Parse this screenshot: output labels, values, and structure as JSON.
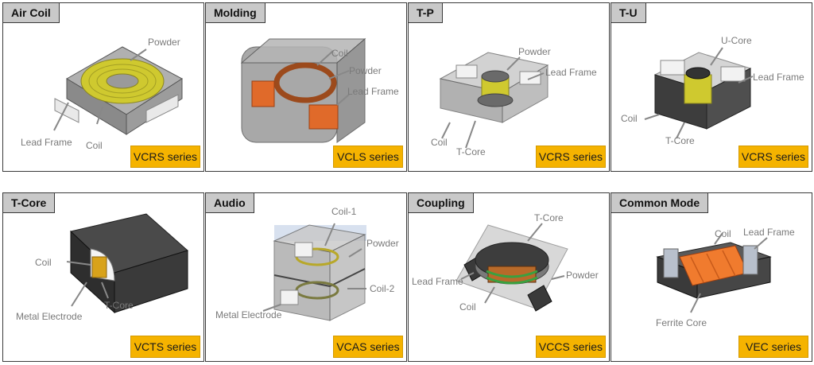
{
  "cells": [
    {
      "title": "Air Coil",
      "series": "VCRS series",
      "labels": [
        "Powder",
        "Lead Frame",
        "Coil"
      ]
    },
    {
      "title": "Molding",
      "series": "VCLS series",
      "labels": [
        "Coil",
        "Powder",
        "Lead Frame"
      ]
    },
    {
      "title": "T-P",
      "series": "VCRS series",
      "labels": [
        "Powder",
        "Lead Frame",
        "Coil",
        "T-Core"
      ]
    },
    {
      "title": "T-U",
      "series": "VCRS series",
      "labels": [
        "U-Core",
        "Lead Frame",
        "Coil",
        "T-Core"
      ]
    },
    {
      "title": "T-Core",
      "series": "VCTS series",
      "labels": [
        "Coil",
        "Metal Electrode",
        "T-Core"
      ]
    },
    {
      "title": "Audio",
      "series": "VCAS series",
      "labels": [
        "Coil-1",
        "Powder",
        "Coil-2",
        "Metal Electrode"
      ]
    },
    {
      "title": "Coupling",
      "series": "VCCS series",
      "labels": [
        "T-Core",
        "Lead Frame",
        "Powder",
        "Coil"
      ]
    },
    {
      "title": "Common Mode",
      "series": "VEC series",
      "labels": [
        "Coil",
        "Lead Frame",
        "Ferrite Core"
      ]
    }
  ],
  "colors": {
    "series_badge": "#f5b300",
    "title_tab": "#c9c9c9",
    "coil": "#d8d23a",
    "copper": "#e06a2a"
  }
}
